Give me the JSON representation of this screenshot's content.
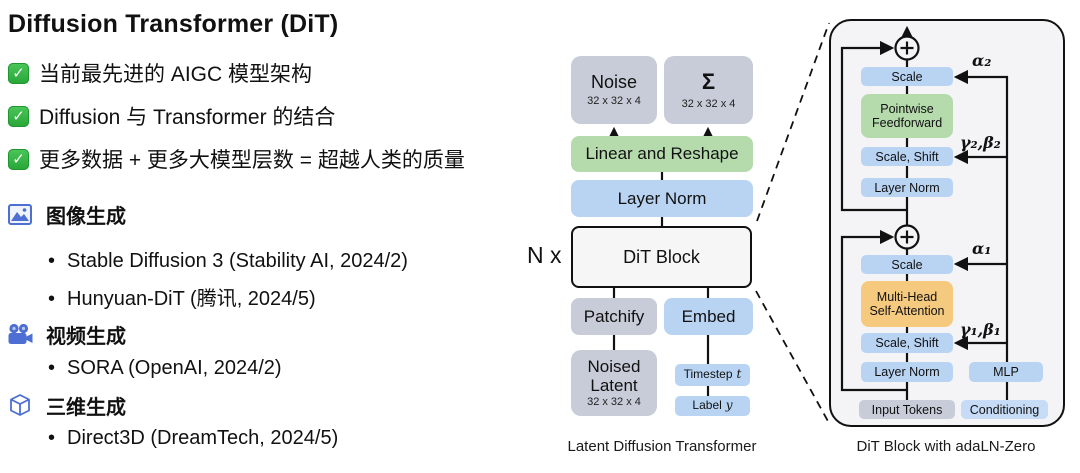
{
  "left_panel": {
    "title": "Diffusion Transformer (DiT)",
    "checklist": [
      "当前最先进的 AIGC 模型架构",
      "Diffusion 与 Transformer 的结合",
      "更多数据 + 更多大模型层数 = 超越人类的质量"
    ],
    "sections": [
      {
        "icon": "image-icon",
        "title": "图像生成",
        "bullets": [
          "Stable Diffusion 3 (Stability AI, 2024/2)",
          "Hunyuan-DiT (腾讯, 2024/5)"
        ]
      },
      {
        "icon": "video-camera-icon",
        "title": "视频生成",
        "bullets": [
          "SORA (OpenAI, 2024/2)"
        ]
      },
      {
        "icon": "cube-icon",
        "title": "三维生成",
        "bullets": [
          "Direct3D (DreamTech, 2024/5)"
        ]
      }
    ]
  },
  "latent_diagram": {
    "multiplier": "N x",
    "caption": "Latent Diffusion Transformer",
    "boxes": {
      "noise": {
        "label": "Noise",
        "dims": "32 x 32 x 4"
      },
      "sigma": {
        "label": "Σ",
        "dims": "32 x 32 x 4"
      },
      "linear_reshape": {
        "label": "Linear and Reshape"
      },
      "layer_norm": {
        "label": "Layer Norm"
      },
      "dit_block": {
        "label": "DiT Block"
      },
      "patchify": {
        "label": "Patchify"
      },
      "embed": {
        "label": "Embed"
      },
      "noised_latent": {
        "label": "Noised Latent",
        "dims": "32 x 32 x 4"
      },
      "timestep": {
        "label": "Timestep",
        "var": "t"
      },
      "label_y": {
        "label": "Label",
        "var": "y"
      }
    }
  },
  "dit_block_diagram": {
    "caption": "DiT Block with adaLN-Zero",
    "boxes": {
      "scale2": {
        "label": "Scale"
      },
      "pointwise_ff": {
        "label": "Pointwise Feedforward"
      },
      "scale_shift2": {
        "label": "Scale, Shift"
      },
      "layer_norm2": {
        "label": "Layer Norm"
      },
      "scale1": {
        "label": "Scale"
      },
      "mhsa": {
        "label": "Multi-Head Self-Attention"
      },
      "scale_shift1": {
        "label": "Scale, Shift"
      },
      "layer_norm1": {
        "label": "Layer Norm"
      },
      "mlp": {
        "label": "MLP"
      },
      "input_tokens": {
        "label": "Input Tokens"
      },
      "conditioning": {
        "label": "Conditioning"
      }
    },
    "params": {
      "alpha2": "α₂",
      "gamma_beta2": "γ₂,β₂",
      "alpha1": "α₁",
      "gamma_beta1": "γ₁,β₁"
    }
  },
  "icons": {
    "check": "✓",
    "bullet": "•"
  },
  "colors": {
    "box_gray": "#C8CCD8",
    "box_green": "#B5DBAD",
    "box_blue": "#B9D4F3",
    "box_light_blue": "#C6DBF6",
    "box_orange": "#F5C97E",
    "check_green": "#27a636",
    "icon_blue": "#4D6FD3",
    "line_black": "#111111"
  }
}
